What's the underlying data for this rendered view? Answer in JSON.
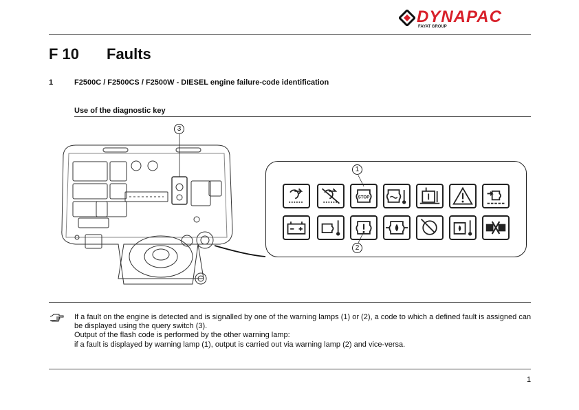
{
  "brand": {
    "name": "DYNAPAC",
    "tagline": "FAYAT GROUP",
    "color": "#d8202a"
  },
  "chapter": {
    "number": "F 10",
    "title": "Faults"
  },
  "section": {
    "number": "1",
    "title": "F2500C / F2500CS / F2500W - DIESEL engine failure-code identification"
  },
  "subsection": {
    "title": "Use of the diagnostic key"
  },
  "figure": {
    "callouts": [
      "1",
      "2",
      "3"
    ],
    "lamp_panel": {
      "top_row_icons": [
        "preheat-battery-icon",
        "preheat-off-icon",
        "stop-lamp-icon",
        "coolant-engine-icon",
        "fuel-level-icon",
        "warning-triangle-icon",
        "engine-service-icon"
      ],
      "bottom_row_icons": [
        "battery-charge-icon",
        "oil-temperature-icon",
        "engine-fault-icon",
        "oil-pressure-icon",
        "air-filter-icon",
        "hydraulic-temperature-icon",
        "disconnect-icon"
      ]
    }
  },
  "note": {
    "icon": "pointing-hand-icon",
    "lines": [
      "If a fault on the engine is detected and is signalled by one of the warning lamps (1) or (2), a code to which a defined fault is assigned can be displayed using the query switch (3).",
      "Output of the flash code is performed by the other warning lamp:",
      "if a fault is displayed by warning lamp (1), output is carried out via warning lamp (2) and vice-versa."
    ]
  },
  "page_number": "1"
}
